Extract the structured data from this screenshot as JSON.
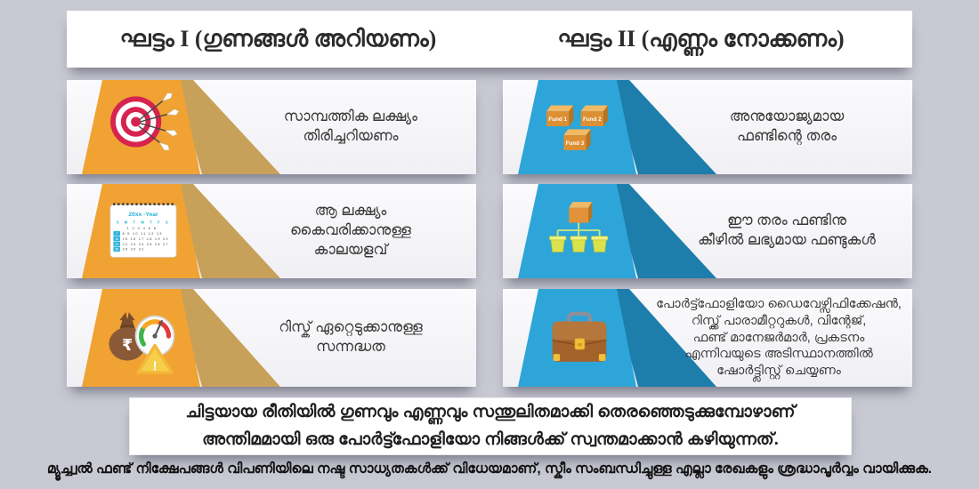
{
  "page": {
    "background": "#c8c9d3"
  },
  "header": {
    "phase1_title": "ഘട്ടം I (ഗുണങ്ങൾ അറിയണം)",
    "phase2_title": "ഘട്ടം II (എണ്ണം നോക്കണം)"
  },
  "phase1": {
    "accent": "#f0a233",
    "shadow": "#c7a05a",
    "items": [
      {
        "icon": "target-icon",
        "text": "സാമ്പത്തിക ലക്ഷ്യം\nതിരിച്ചറിയണം"
      },
      {
        "icon": "calendar-icon",
        "text": "ആ ലക്ഷ്യം\nകൈവരിക്കാനുള്ള\nകാലയളവ്"
      },
      {
        "icon": "risk-meter-icon",
        "text": "റിസ്ക് ഏറ്റെടുക്കാനുള്ള\nസന്നദ്ധത"
      }
    ]
  },
  "phase2": {
    "accent": "#2ea5d8",
    "shadow": "#1d7dab",
    "items": [
      {
        "icon": "fund-boxes-icon",
        "text": "അനുയോജ്യമായ\nഫണ്ടിന്റെ തരം"
      },
      {
        "icon": "fund-hierarchy-icon",
        "text": "ഈ തരം ഫണ്ടിനു\nകീഴിൽ ലഭ്യമായ ഫണ്ടുകൾ"
      },
      {
        "icon": "portfolio-briefcase-icon",
        "text": "പോർട്ട്ഫോളിയോ ഡൈവേഴ്സിഫിക്കേഷൻ,\nറിസ്ക്ക് പാരാമീറ്ററുകൾ, വിന്റേജ്,\nഫണ്ട് മാനേജർമാർ, പ്രകടനം\nഎന്നിവയുടെ അടിസ്ഥാനത്തിൽ\nഷോർട്ട്ലിസ്റ്റ് ചെയ്യണം"
      }
    ]
  },
  "fund_boxes": {
    "labels": [
      "Fund 1",
      "Fund 2",
      "Fund 3"
    ]
  },
  "calendar": {
    "header": "20xx -Year",
    "days": "S M T W T F S",
    "weeks": [
      "1 2 3 4 5 6",
      "8 9 10 11 12 13",
      "15 16 17 18 19 20",
      "22 23 24 25 26 27",
      "29 30 31"
    ],
    "sundays": [
      "7",
      "14",
      "21",
      "28"
    ]
  },
  "risk_meter": {
    "currency_symbol": "₹",
    "warning_mark": "!"
  },
  "summary": {
    "text": "ചിട്ടയായ രീതിയിൽ ഗുണവും എണ്ണവും സന്തുലിതമാക്കി തെരഞ്ഞെടുക്കുമ്പോഴാണ്\nഅന്തിമമായി ഒരു പോർട്ട്ഫോളിയോ നിങ്ങൾക്ക് സ്വന്തമാക്കാൻ കഴിയുന്നത്."
  },
  "disclaimer": {
    "text": "മ്യൂച്ച്വൽ ഫണ്ട് നിക്ഷേപങ്ങൾ വിപണിയിലെ നഷ്ട സാധ്യതകൾക്ക് വിധേയമാണ്, സ്കീം സംബന്ധിച്ചുള്ള എല്ലാ രേഖകളും ശ്രദ്ധാപൂർവ്വം വായിക്കുക."
  }
}
